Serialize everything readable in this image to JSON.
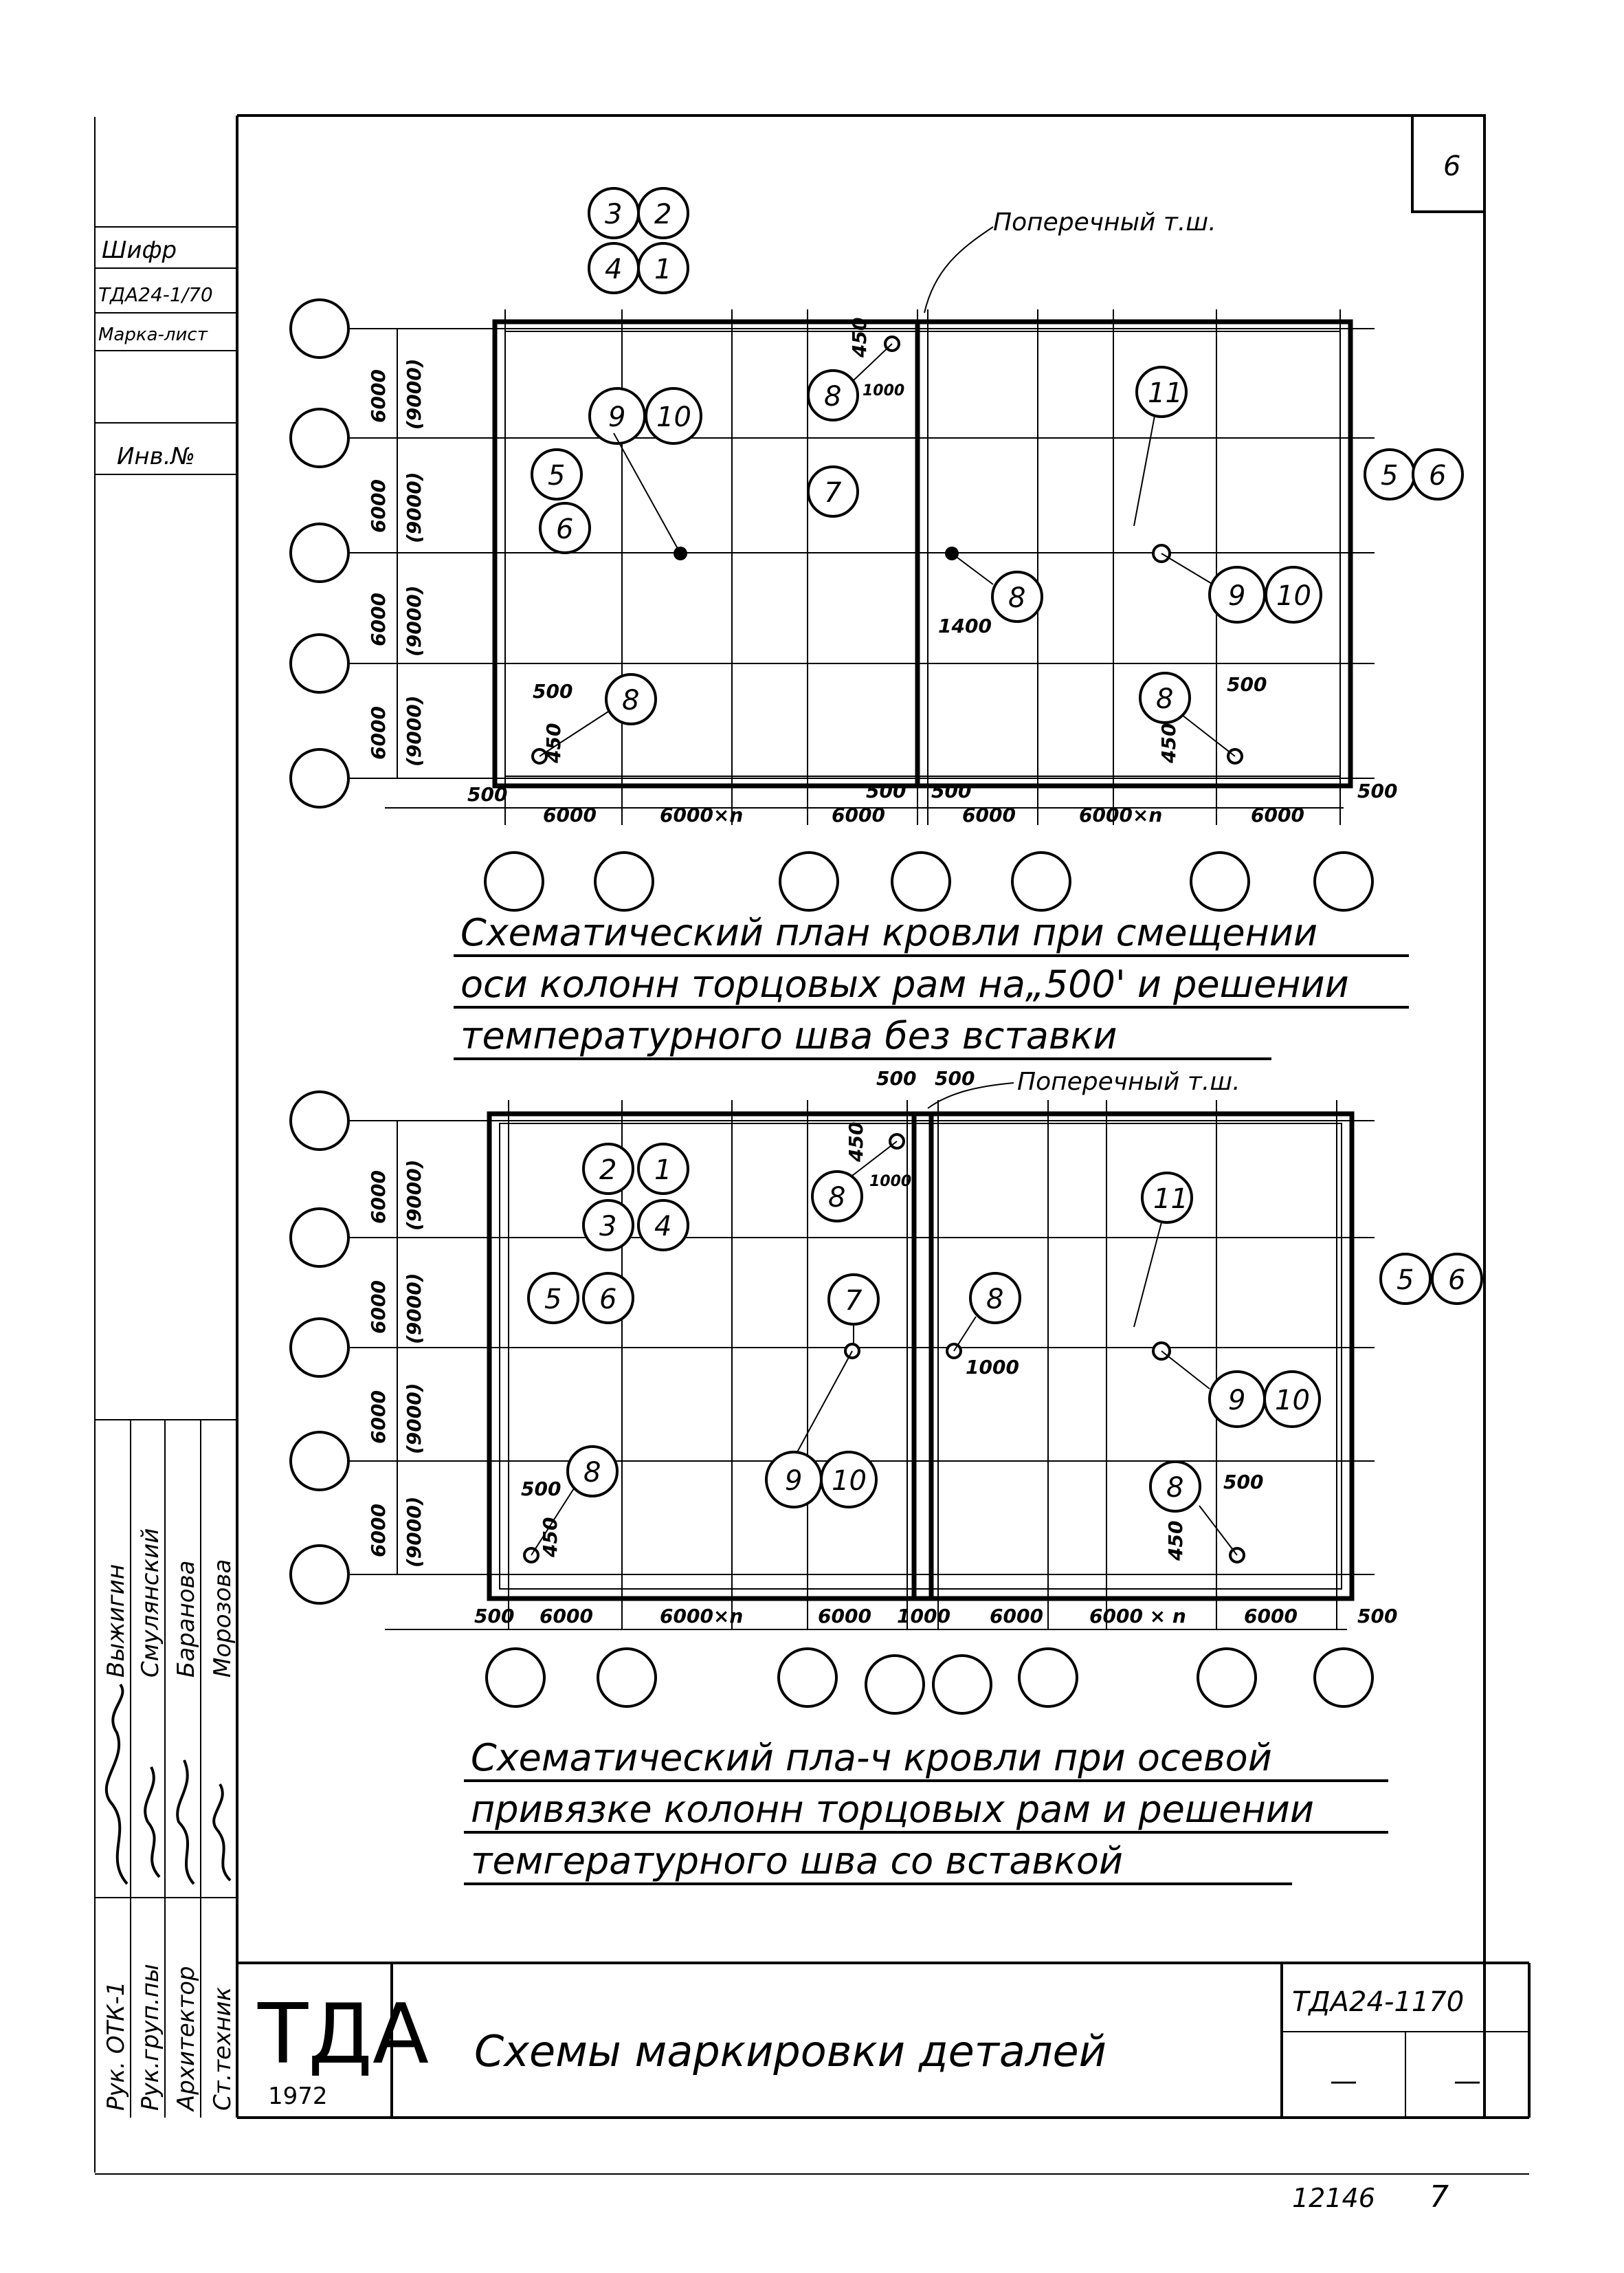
{
  "sheet_number": "6",
  "left_strip": {
    "cipher_label": "Шифр",
    "cipher_value": "ТДА24-1/70",
    "mark_sheet_label": "Марка-лист",
    "inv_label": "Инв.№"
  },
  "plan1": {
    "joint_label": "Поперечный т.ш.",
    "row_dims": [
      "6000",
      "6000",
      "6000",
      "6000"
    ],
    "row_dims_alt": [
      "(9000)",
      "(9000)",
      "(9000)",
      "(9000)"
    ],
    "bottom_dims": [
      "500",
      "6000",
      "6000×n",
      "6000",
      "500",
      "500",
      "6000",
      "6000×n",
      "6000",
      "500"
    ],
    "callouts": [
      "3",
      "2",
      "4",
      "1",
      "9",
      "10",
      "5",
      "6",
      "8",
      "7",
      "8",
      "11",
      "9",
      "10",
      "5",
      "6",
      "8",
      "8"
    ],
    "offsets": [
      "450",
      "1000",
      "1400",
      "500",
      "450",
      "500",
      "450"
    ],
    "caption": [
      "Схематический план кровли при смещении",
      "оси колонн торцовых рам на„500' и решении",
      "температурного шва без вставки"
    ]
  },
  "plan2": {
    "joint_label": "Поперечный т.ш.",
    "top_dims": [
      "500",
      "500"
    ],
    "row_dims": [
      "6000",
      "6000",
      "6000",
      "6000"
    ],
    "row_dims_alt": [
      "(9000)",
      "(9000)",
      "(9000)",
      "(9000)"
    ],
    "bottom_dims": [
      "500",
      "6000",
      "6000×n",
      "6000",
      "1000",
      "6000",
      "6000 × n",
      "6000",
      "500"
    ],
    "callouts": [
      "2",
      "1",
      "3",
      "4",
      "5",
      "6",
      "8",
      "7",
      "8",
      "11",
      "9",
      "10",
      "9",
      "10",
      "8",
      "8",
      "5",
      "6"
    ],
    "offsets": [
      "450",
      "1000",
      "1000",
      "500",
      "450",
      "500",
      "450"
    ],
    "caption": [
      "Схематический пла-ч кровли при осевой",
      "привязке колонн торцовых рам и решении",
      "темгературного шва со вставкой"
    ]
  },
  "signatures": {
    "roles": [
      "Рук. ОТК-1",
      "Рук.груп.пы",
      "Архитектор",
      "Ст.техник"
    ],
    "names": [
      "Выжигин",
      "Смулянский",
      "Баранова",
      "Морозова"
    ]
  },
  "title_block": {
    "org": "ТДА",
    "year": "1972",
    "title": "Схемы маркировки деталей",
    "code": "ТДА24-1170",
    "cell_a": "—",
    "cell_b": "—"
  },
  "footer": {
    "archive_no": "12146",
    "page": "7"
  }
}
